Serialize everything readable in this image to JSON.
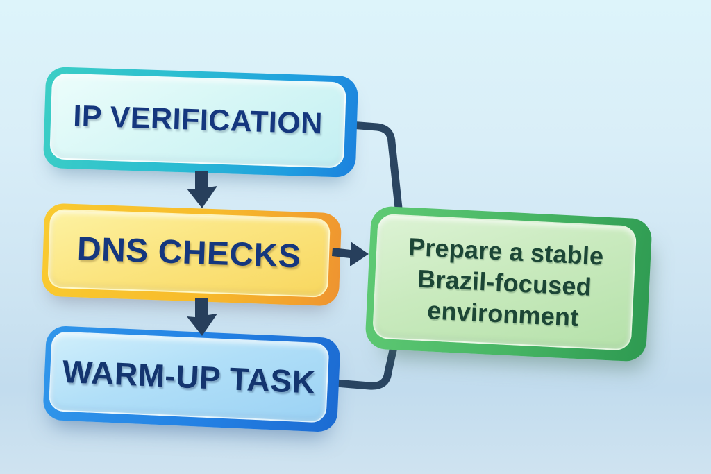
{
  "diagram": {
    "type": "flowchart",
    "background": {
      "top": "#ddf4fa",
      "bottom": "#c2dcee"
    },
    "connector_color": "#2a4561",
    "text_color_primary": "#15377e",
    "text_color_green": "#1c4636",
    "nodes": [
      {
        "id": "ip-verification",
        "label": "IP VERIFICATION",
        "fill": "#d8f7f6",
        "edge": "#2abcd2"
      },
      {
        "id": "dns-checks",
        "label": "DNS CHECKS",
        "fill": "#fbe581",
        "edge": "#f7bb2b"
      },
      {
        "id": "warm-up-task",
        "label": "WARM-UP TASK",
        "fill": "#b1dff8",
        "edge": "#2381e4"
      },
      {
        "id": "environment",
        "label": "Prepare a stable Brazil-focused environment",
        "fill": "#c9eabe",
        "edge": "#47b564"
      }
    ],
    "edges": [
      {
        "from": "ip-verification",
        "to": "dns-checks",
        "style": "arrow-down"
      },
      {
        "from": "dns-checks",
        "to": "warm-up-task",
        "style": "arrow-down"
      },
      {
        "from": "dns-checks",
        "to": "environment",
        "style": "arrow-right"
      },
      {
        "from": "ip-verification",
        "to": "environment",
        "style": "elbow-connector"
      },
      {
        "from": "warm-up-task",
        "to": "environment",
        "style": "elbow-connector"
      }
    ]
  }
}
